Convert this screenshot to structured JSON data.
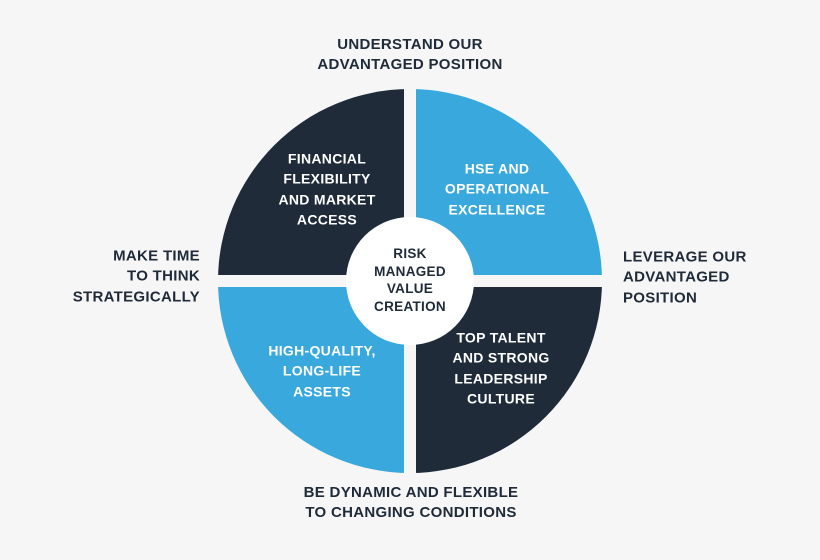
{
  "colors": {
    "background": "#f6f6f7",
    "dark": "#202b3a",
    "blue": "#39a8dd",
    "center_bg": "#ffffff",
    "label_text": "#202b3a",
    "quadrant_text": "#ffffff"
  },
  "center": {
    "label": "RISK\nMANAGED\nVALUE\nCREATION"
  },
  "quadrants": {
    "top_left": {
      "label": "FINANCIAL\nFLEXIBILITY\nAND MARKET\nACCESS",
      "color": "#202b3a"
    },
    "top_right": {
      "label": "HSE AND\nOPERATIONAL\nEXCELLENCE",
      "color": "#39a8dd"
    },
    "bottom_left": {
      "label": "HIGH-QUALITY,\nLONG-LIFE\nASSETS",
      "color": "#39a8dd"
    },
    "bottom_right": {
      "label": "TOP TALENT\nAND STRONG\nLEADERSHIP\nCULTURE",
      "color": "#202b3a"
    }
  },
  "outer_labels": {
    "top": "UNDERSTAND OUR\nADVANTAGED POSITION",
    "right": "LEVERAGE OUR\nADVANTAGED\nPOSITION",
    "bottom": "BE DYNAMIC AND FLEXIBLE\nTO CHANGING CONDITIONS",
    "left": "MAKE TIME\nTO THINK\nSTRATEGICALLY"
  }
}
